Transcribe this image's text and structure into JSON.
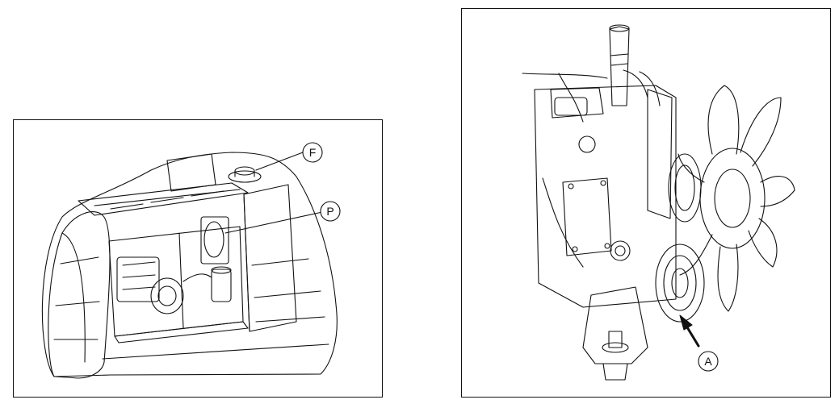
{
  "callouts": {
    "fuel_cap": "F",
    "pump": "P",
    "fan_direction": "A"
  },
  "colors": {
    "line": "#111111",
    "background": "#ffffff"
  }
}
